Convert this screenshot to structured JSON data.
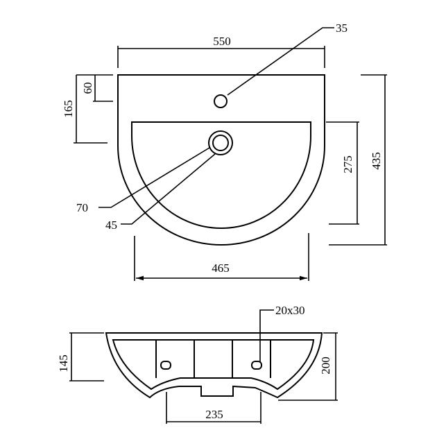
{
  "top_view": {
    "overall_width": "550",
    "tap_hole": "35",
    "back_edge_to_tap": "60",
    "back_edge_to_bowl": "165",
    "bowl_depth": "275",
    "overall_depth": "435",
    "outer_waste": "70",
    "inner_waste": "45",
    "bowl_width": "465"
  },
  "front_view": {
    "overflow_slot": "20x30",
    "rim_height": "145",
    "overall_height": "200",
    "pedestal_width": "235"
  }
}
